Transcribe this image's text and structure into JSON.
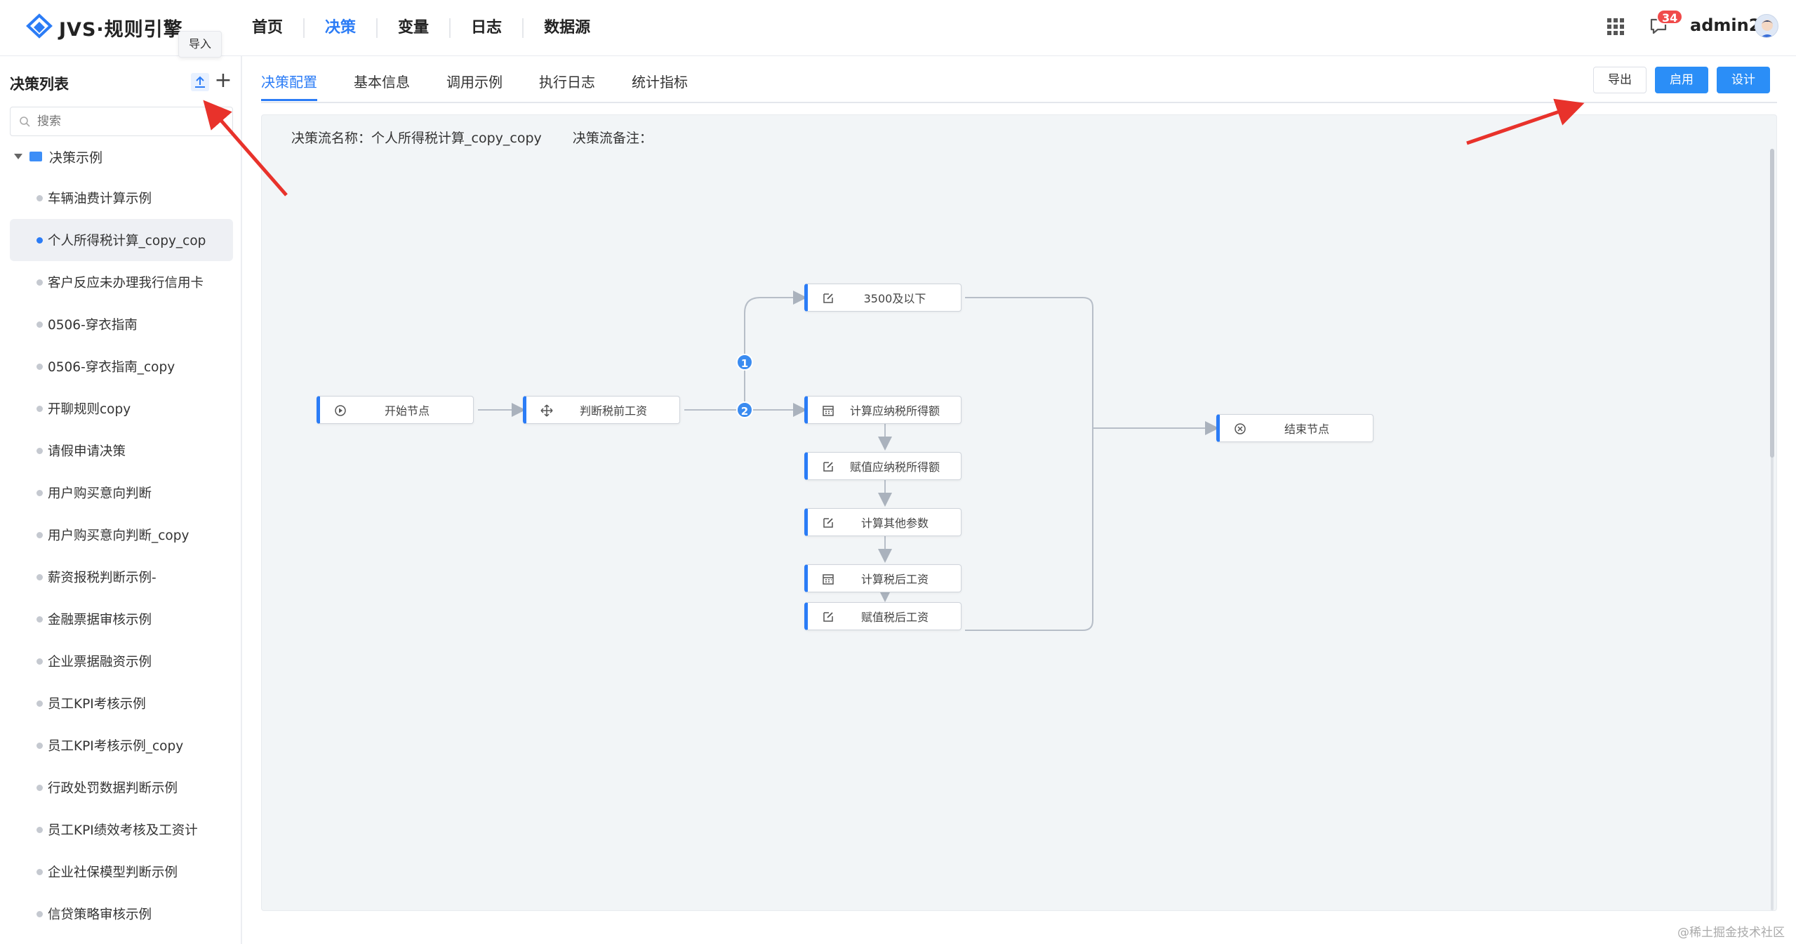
{
  "app": {
    "logo_text": "JVS·规则引擎"
  },
  "nav": [
    {
      "label": "首页",
      "active": false
    },
    {
      "label": "决策",
      "active": true
    },
    {
      "label": "变量",
      "active": false
    },
    {
      "label": "日志",
      "active": false
    },
    {
      "label": "数据源",
      "active": false
    }
  ],
  "header": {
    "badge_count": "34",
    "username": "admin2"
  },
  "tooltip": {
    "text": "导入"
  },
  "sidebar": {
    "title": "决策列表",
    "search_placeholder": "搜索",
    "folder_label": "决策示例",
    "items": [
      {
        "label": "车辆油费计算示例"
      },
      {
        "label": "个人所得税计算_copy_cop",
        "active": true
      },
      {
        "label": "客户反应未办理我行信用卡"
      },
      {
        "label": "0506-穿衣指南"
      },
      {
        "label": "0506-穿衣指南_copy"
      },
      {
        "label": "开聊规则copy"
      },
      {
        "label": "请假申请决策"
      },
      {
        "label": "用户购买意向判断"
      },
      {
        "label": "用户购买意向判断_copy"
      },
      {
        "label": "薪资报税判断示例-"
      },
      {
        "label": "金融票据审核示例"
      },
      {
        "label": "企业票据融资示例"
      },
      {
        "label": "员工KPI考核示例"
      },
      {
        "label": "员工KPI考核示例_copy"
      },
      {
        "label": "行政处罚数据判断示例"
      },
      {
        "label": "员工KPI绩效考核及工资计"
      },
      {
        "label": "企业社保模型判断示例"
      },
      {
        "label": "信贷策略审核示例"
      }
    ]
  },
  "tabs": [
    {
      "label": "决策配置",
      "active": true
    },
    {
      "label": "基本信息"
    },
    {
      "label": "调用示例"
    },
    {
      "label": "执行日志"
    },
    {
      "label": "统计指标"
    }
  ],
  "actions": {
    "export_label": "导出",
    "enable_label": "启用",
    "design_label": "设计"
  },
  "flow": {
    "name_text": "决策流名称：个人所得税计算_copy_copy",
    "remark_text": "决策流备注：",
    "nodes": {
      "start": "开始节点",
      "judge": "判断税前工资",
      "below3500": "3500及以下",
      "calc_taxable": "计算应纳税所得额",
      "assign_taxable": "赋值应纳税所得额",
      "calc_other": "计算其他参数",
      "calc_after": "计算税后工资",
      "assign_after": "赋值税后工资",
      "end": "结束节点"
    },
    "branches": [
      "1",
      "2"
    ]
  },
  "watermark": "@稀土掘金技术社区",
  "colors": {
    "accent": "#2b7cf6",
    "badge": "#f04a4a",
    "annotation_arrow": "#e8322b"
  }
}
